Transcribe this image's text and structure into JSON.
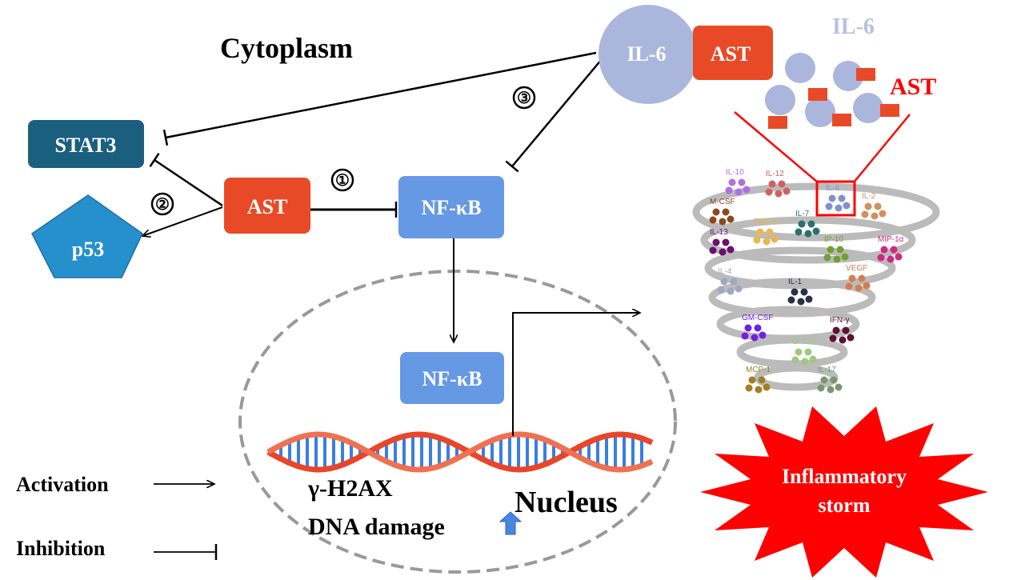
{
  "title": "Cytoplasm",
  "nodes": {
    "stat3": "STAT3",
    "p53": "p53",
    "ast_center": "AST",
    "nfkb_cyto": "NF-κB",
    "nfkb_nucleus": "NF-κB",
    "il6_circle": "IL-6",
    "ast_top": "AST"
  },
  "steps": [
    "①",
    "②",
    "③"
  ],
  "zoom_labels": {
    "il6": "IL-6",
    "ast": "AST"
  },
  "nucleus": {
    "label": "Nucleus",
    "marker": "γ-H2AX",
    "damage": "DNA damage"
  },
  "storm": {
    "line1": "Inflammatory",
    "line2": "storm"
  },
  "legend": {
    "activation": "Activation",
    "inhibition": "Inhibition"
  },
  "cytokines": [
    "IL-10",
    "IL-12",
    "IL-6",
    "M-CSF",
    "IL-7",
    "IL-2",
    "TNF-α",
    "IP-10",
    "MIP-1α",
    "IL-13",
    "VEGF",
    "IL-4",
    "IL-1",
    "GM-CSF",
    "IFN-γ",
    "G-CSF",
    "MCP-1",
    "IL-17"
  ],
  "colors": {
    "stat3": "#1b5f7f",
    "p53": "#2590cc",
    "ast": "#e84a27",
    "nfkb": "#6699e4",
    "il6": "#aab6dc",
    "storm": "#ff0000",
    "zoom_box": "#ff0000"
  }
}
